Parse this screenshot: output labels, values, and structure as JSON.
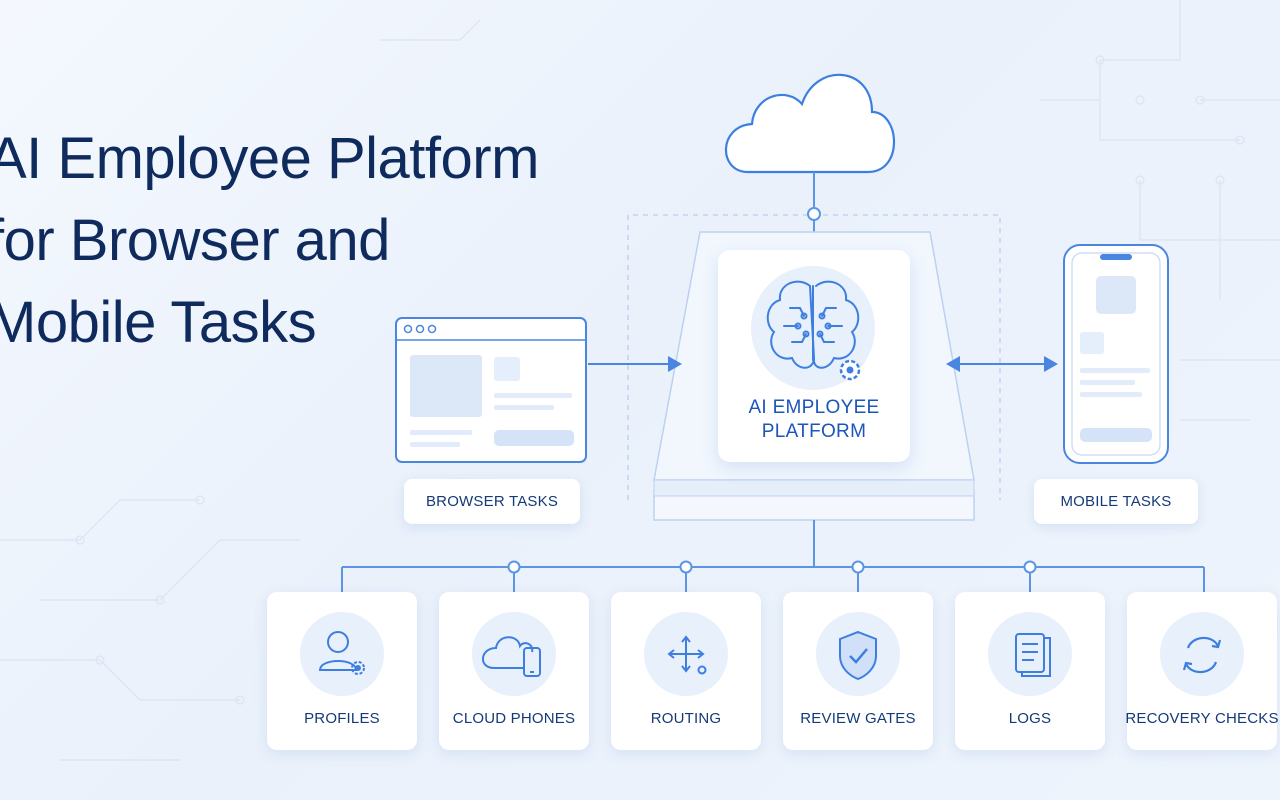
{
  "headline": {
    "line1": "AI Employee Platform",
    "line2": "for Browser and",
    "line3": "Mobile Tasks"
  },
  "platform": {
    "line1": "AI EMPLOYEE",
    "line2": "PLATFORM",
    "icon": "brain-gear-icon"
  },
  "nodes": {
    "browser_label": "BROWSER TASKS",
    "mobile_label": "MOBILE TASKS",
    "cloud_icon": "cloud-icon",
    "browser_icon": "browser-window-icon",
    "phone_icon": "smartphone-icon"
  },
  "features": [
    {
      "label": "PROFILES",
      "icon": "user-gear-icon"
    },
    {
      "label": "CLOUD PHONES",
      "icon": "cloud-phone-icon"
    },
    {
      "label": "ROUTING",
      "icon": "routing-arrows-icon"
    },
    {
      "label": "REVIEW GATES",
      "icon": "shield-check-icon"
    },
    {
      "label": "LOGS",
      "icon": "document-list-icon"
    },
    {
      "label": "RECOVERY CHECKS",
      "icon": "refresh-cycle-icon"
    }
  ],
  "colors": {
    "headline": "#0f2a5c",
    "accent": "#3d86e6",
    "label": "#143a78",
    "icon_bg": "#e8f0fb"
  }
}
